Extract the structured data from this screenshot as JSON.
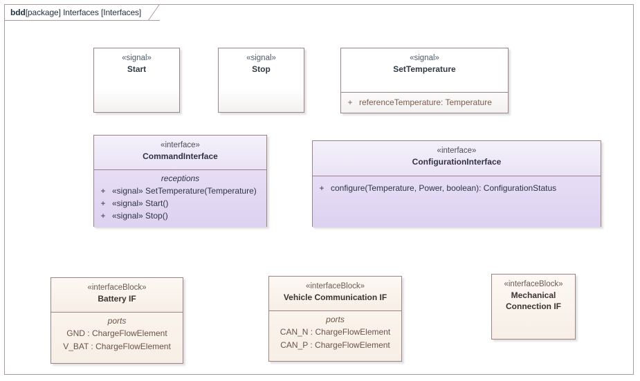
{
  "diagram": {
    "frame_title_keyword": "bdd",
    "frame_title_rest": "[package] Interfaces [Interfaces]",
    "border_color": "#a89ba0",
    "background": "#ffffff"
  },
  "nodes": {
    "start_signal": {
      "stereotype": "«signal»",
      "name": "Start",
      "fill": "#ffffff",
      "border": "#9b8287"
    },
    "stop_signal": {
      "stereotype": "«signal»",
      "name": "Stop",
      "fill": "#ffffff",
      "border": "#9b8287"
    },
    "set_temperature_signal": {
      "stereotype": "«signal»",
      "name": "SetTemperature",
      "fill": "#ffffff",
      "border": "#9b8287",
      "attributes": [
        {
          "visibility": "+",
          "text": "referenceTemperature: Temperature"
        }
      ]
    },
    "command_interface": {
      "stereotype": "«interface»",
      "name": "CommandInterface",
      "fill": "#ddd2f0",
      "border": "#9b8287",
      "compartment_title": "receptions",
      "receptions": [
        {
          "visibility": "+",
          "text": "«signal» SetTemperature(Temperature)"
        },
        {
          "visibility": "+",
          "text": "«signal» Start()"
        },
        {
          "visibility": "+",
          "text": "«signal» Stop()"
        }
      ]
    },
    "configuration_interface": {
      "stereotype": "«interface»",
      "name": "ConfigurationInterface",
      "fill": "#ddd2f0",
      "border": "#9b8287",
      "operations": [
        {
          "visibility": "+",
          "text": "configure(Temperature, Power, boolean): ConfigurationStatus"
        }
      ]
    },
    "battery_if": {
      "stereotype": "«interfaceBlock»",
      "name": "Battery IF",
      "fill": "#f7efe6",
      "border": "#9b8287",
      "compartment_title": "ports",
      "ports": [
        "GND : ChargeFlowElement",
        "V_BAT : ChargeFlowElement"
      ]
    },
    "vehicle_communication_if": {
      "stereotype": "«interfaceBlock»",
      "name": "Vehicle Communication IF",
      "fill": "#f7efe6",
      "border": "#9b8287",
      "compartment_title": "ports",
      "ports": [
        "CAN_N : ChargeFlowElement",
        "CAN_P : ChargeFlowElement"
      ]
    },
    "mechanical_connection_if": {
      "stereotype": "«interfaceBlock»",
      "name_line1": "Mechanical",
      "name_line2": "Connection IF",
      "fill": "#f7efe6",
      "border": "#9b8287"
    }
  }
}
